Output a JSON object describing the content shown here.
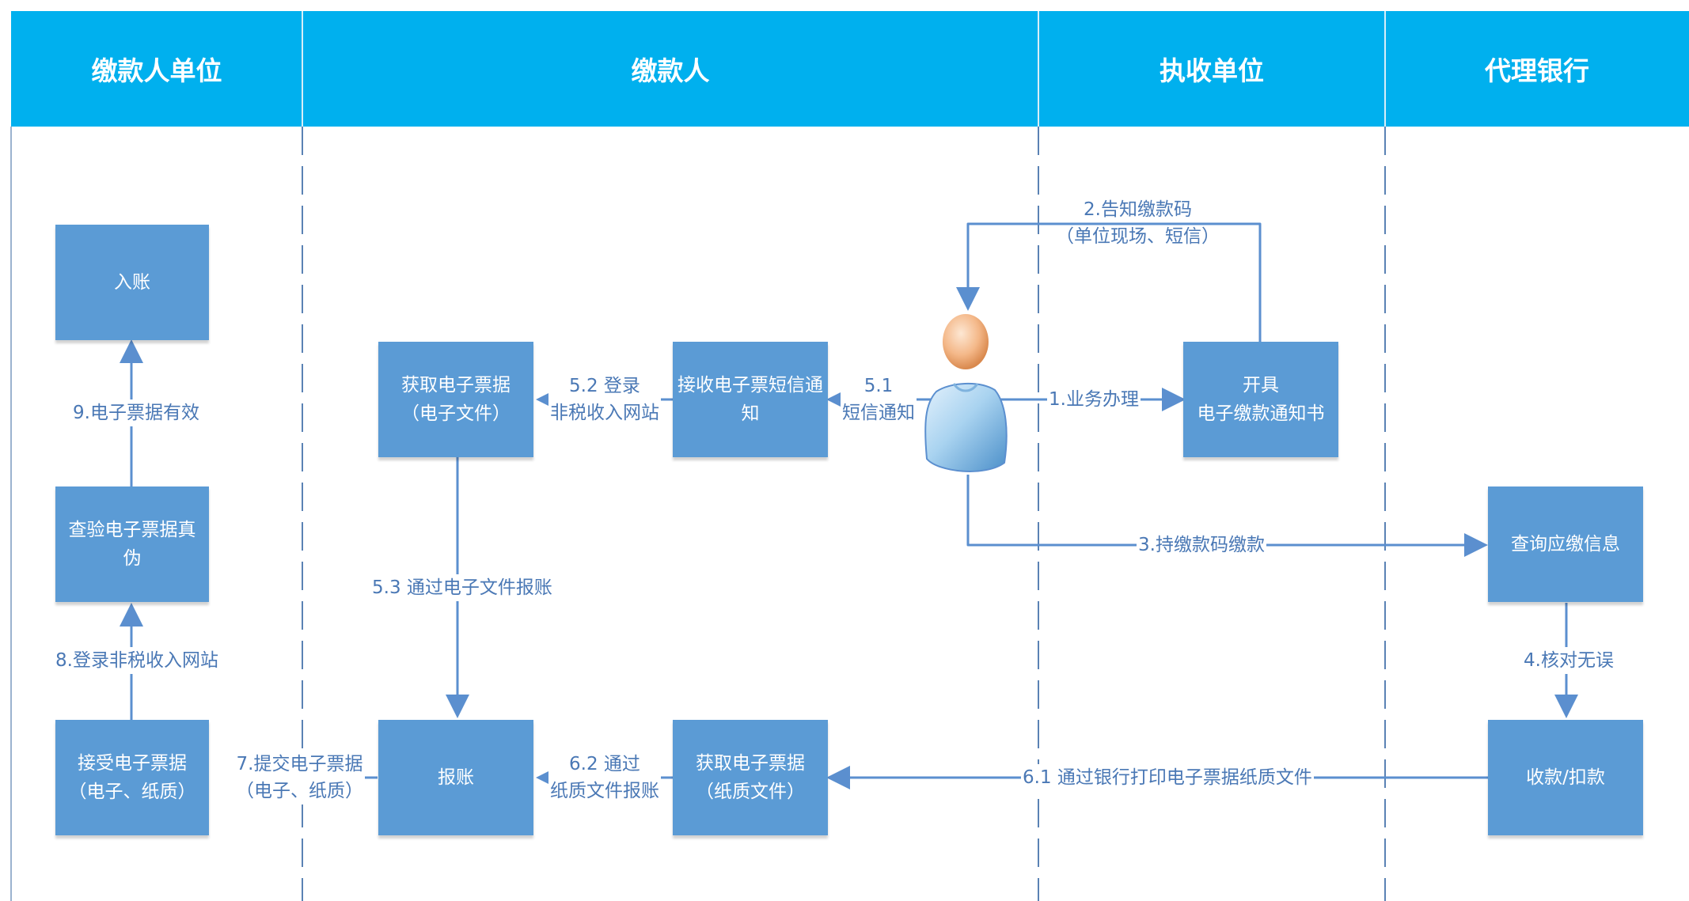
{
  "lanes": {
    "payer_unit": "缴款人单位",
    "payer": "缴款人",
    "collector": "执收单位",
    "bank": "代理银行"
  },
  "boxes": {
    "ruzhang": [
      "入账"
    ],
    "verify": [
      "查验电子票据真伪"
    ],
    "accept_receipt": [
      "接受电子票据",
      "（电子、纸质）"
    ],
    "get_e_receipt": [
      "获取电子票据",
      "（电子文件）"
    ],
    "receive_sms": [
      "接收电子票短信通",
      "知"
    ],
    "reimburse": [
      "报账"
    ],
    "get_paper_receipt": [
      "获取电子票据",
      "（纸质文件）"
    ],
    "issue_notice": [
      "开具",
      "电子缴款通知书"
    ],
    "query_info": [
      "查询应缴信息"
    ],
    "collect_payment": [
      "收款/扣款"
    ]
  },
  "edges": {
    "e1": [
      "1.业务办理"
    ],
    "e2": [
      "2.告知缴款码",
      "（单位现场、短信）"
    ],
    "e3": [
      "3.持缴款码缴款"
    ],
    "e4": [
      "4.核对无误"
    ],
    "e51": [
      "5.1",
      "短信通知"
    ],
    "e52": [
      "5.2 登录",
      "非税收入网站"
    ],
    "e53": [
      "5.3 通过电子文件报账"
    ],
    "e61": [
      "6.1 通过银行打印电子票据纸质文件"
    ],
    "e62": [
      "6.2 通过",
      "纸质文件报账"
    ],
    "e7": [
      "7.提交电子票据",
      "（电子、纸质）"
    ],
    "e8": [
      "8.登录非税收入网站"
    ],
    "e9": [
      "9.电子票据有效"
    ]
  },
  "icons": {
    "person": "person-icon"
  },
  "colors": {
    "header": "#00b0ee",
    "box": "#5b9bd5",
    "connector": "#5b8fcf",
    "label_text": "#4a78b5",
    "lane_line": "#5a82b4"
  }
}
